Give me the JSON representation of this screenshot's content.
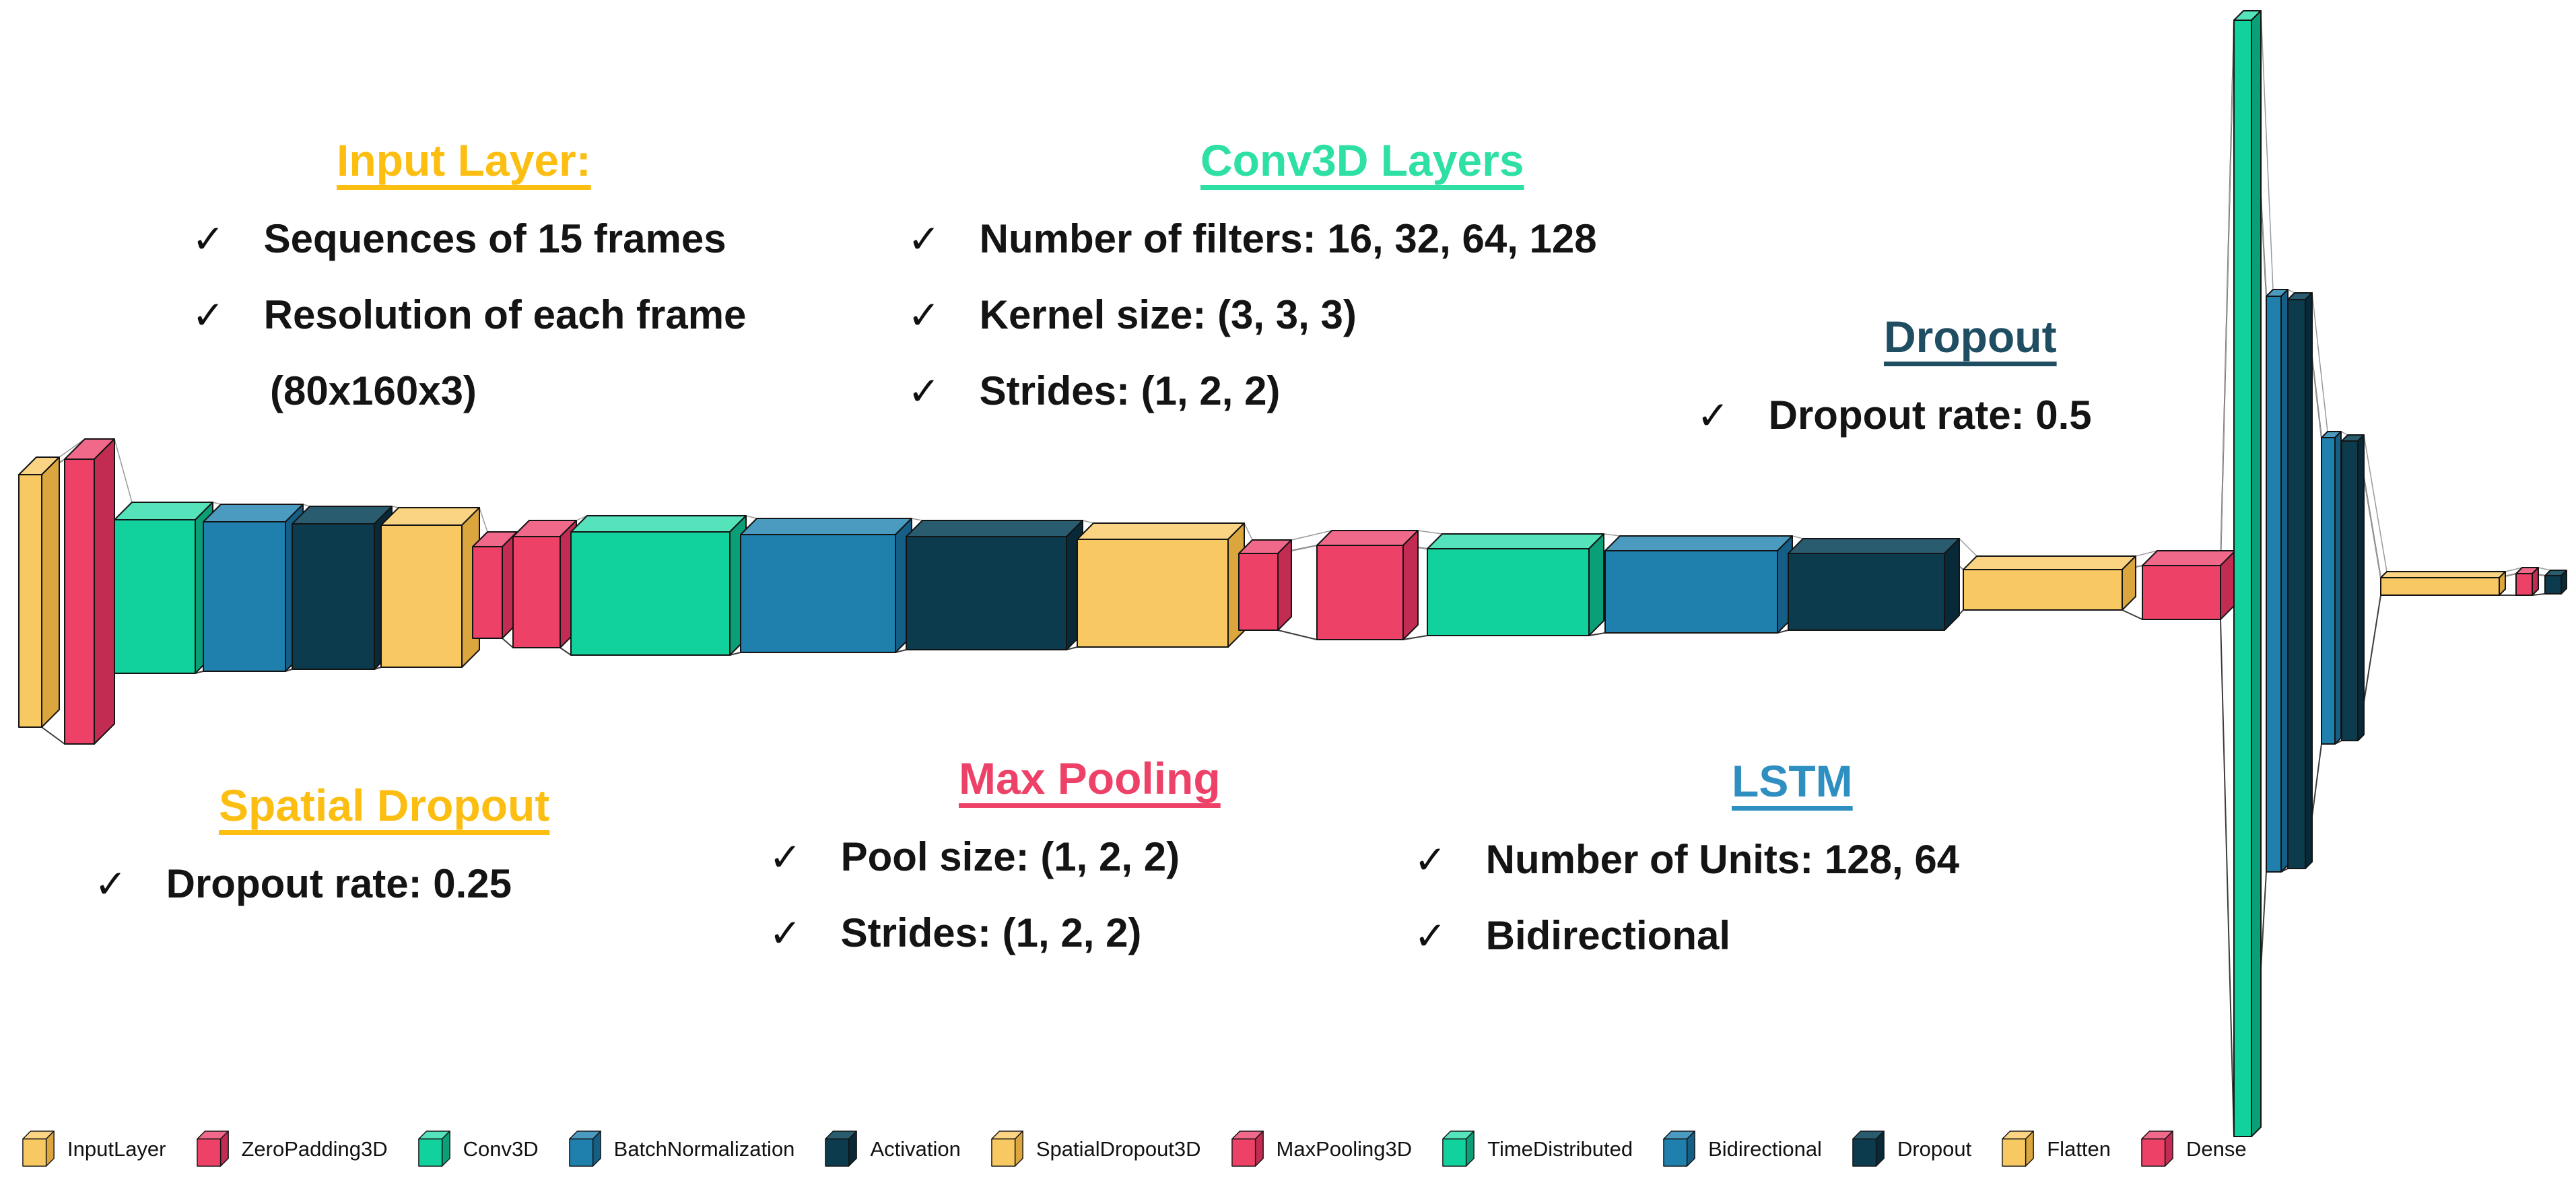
{
  "ui": {
    "check_glyph": "✓"
  },
  "annotations": {
    "input": {
      "heading": "Input Layer:",
      "color": "#FCBE11",
      "items": [
        "Sequences of 15 frames",
        "Resolution of each frame",
        "(80x160x3)"
      ]
    },
    "conv": {
      "heading": "Conv3D Layers",
      "color": "#2EE0A4",
      "items": [
        "Number of filters: 16, 32, 64, 128",
        "Kernel size: (3, 3, 3)",
        "Strides: (1, 2, 2)"
      ]
    },
    "dropout": {
      "heading": "Dropout",
      "color": "#1F4D61",
      "items": [
        "Dropout rate: 0.5"
      ]
    },
    "spatial": {
      "heading": "Spatial Dropout",
      "color": "#FCBE11",
      "items": [
        "Dropout rate: 0.25"
      ]
    },
    "maxpool": {
      "heading": "Max Pooling",
      "color": "#EE4168",
      "items": [
        "Pool size: (1, 2, 2)",
        "Strides: (1, 2, 2)"
      ]
    },
    "lstm": {
      "heading": "LSTM",
      "color": "#2E8FC0",
      "items": [
        "Number of Units: 128, 64",
        "Bidirectional"
      ]
    }
  },
  "network": {
    "layers": [
      "InputLayer",
      "ZeroPadding3D",
      "Conv3D",
      "BatchNormalization",
      "Activation",
      "SpatialDropout3D",
      "MaxPooling3D",
      "ZeroPadding3D",
      "Conv3D",
      "BatchNormalization",
      "Activation",
      "SpatialDropout3D",
      "MaxPooling3D",
      "ZeroPadding3D",
      "Conv3D",
      "BatchNormalization",
      "Activation",
      "SpatialDropout3D",
      "MaxPooling3D",
      "TimeDistributed",
      "Bidirectional",
      "Dropout",
      "Bidirectional",
      "Dropout",
      "Flatten",
      "Dense",
      "Dropout"
    ],
    "type_colors": {
      "InputLayer": "yellow",
      "ZeroPadding3D": "pink",
      "Conv3D": "green",
      "BatchNormalization": "blue",
      "Activation": "navy",
      "SpatialDropout3D": "yellow",
      "MaxPooling3D": "pink",
      "TimeDistributed": "green",
      "Bidirectional": "blue",
      "Dropout": "navy",
      "Flatten": "yellow",
      "Dense": "pink"
    }
  },
  "palette": {
    "yellow": {
      "front": "#F8C863",
      "top": "#FAD383",
      "side": "#DCA63F"
    },
    "pink": {
      "front": "#ED4168",
      "top": "#F1698A",
      "side": "#C22C53"
    },
    "green": {
      "front": "#11D29D",
      "top": "#55E3BC",
      "side": "#0B9F77"
    },
    "blue": {
      "front": "#1F80AD",
      "top": "#4B9BC1",
      "side": "#155F87"
    },
    "navy": {
      "front": "#0C3B4D",
      "top": "#2A5C70",
      "side": "#082938"
    }
  },
  "legend": {
    "items": [
      {
        "label": "InputLayer",
        "color": "yellow"
      },
      {
        "label": "ZeroPadding3D",
        "color": "pink"
      },
      {
        "label": "Conv3D",
        "color": "green"
      },
      {
        "label": "BatchNormalization",
        "color": "blue"
      },
      {
        "label": "Activation",
        "color": "navy"
      },
      {
        "label": "SpatialDropout3D",
        "color": "yellow"
      },
      {
        "label": "MaxPooling3D",
        "color": "pink"
      },
      {
        "label": "TimeDistributed",
        "color": "green"
      },
      {
        "label": "Bidirectional",
        "color": "blue"
      },
      {
        "label": "Dropout",
        "color": "navy"
      },
      {
        "label": "Flatten",
        "color": "yellow"
      },
      {
        "label": "Dense",
        "color": "pink"
      }
    ]
  }
}
